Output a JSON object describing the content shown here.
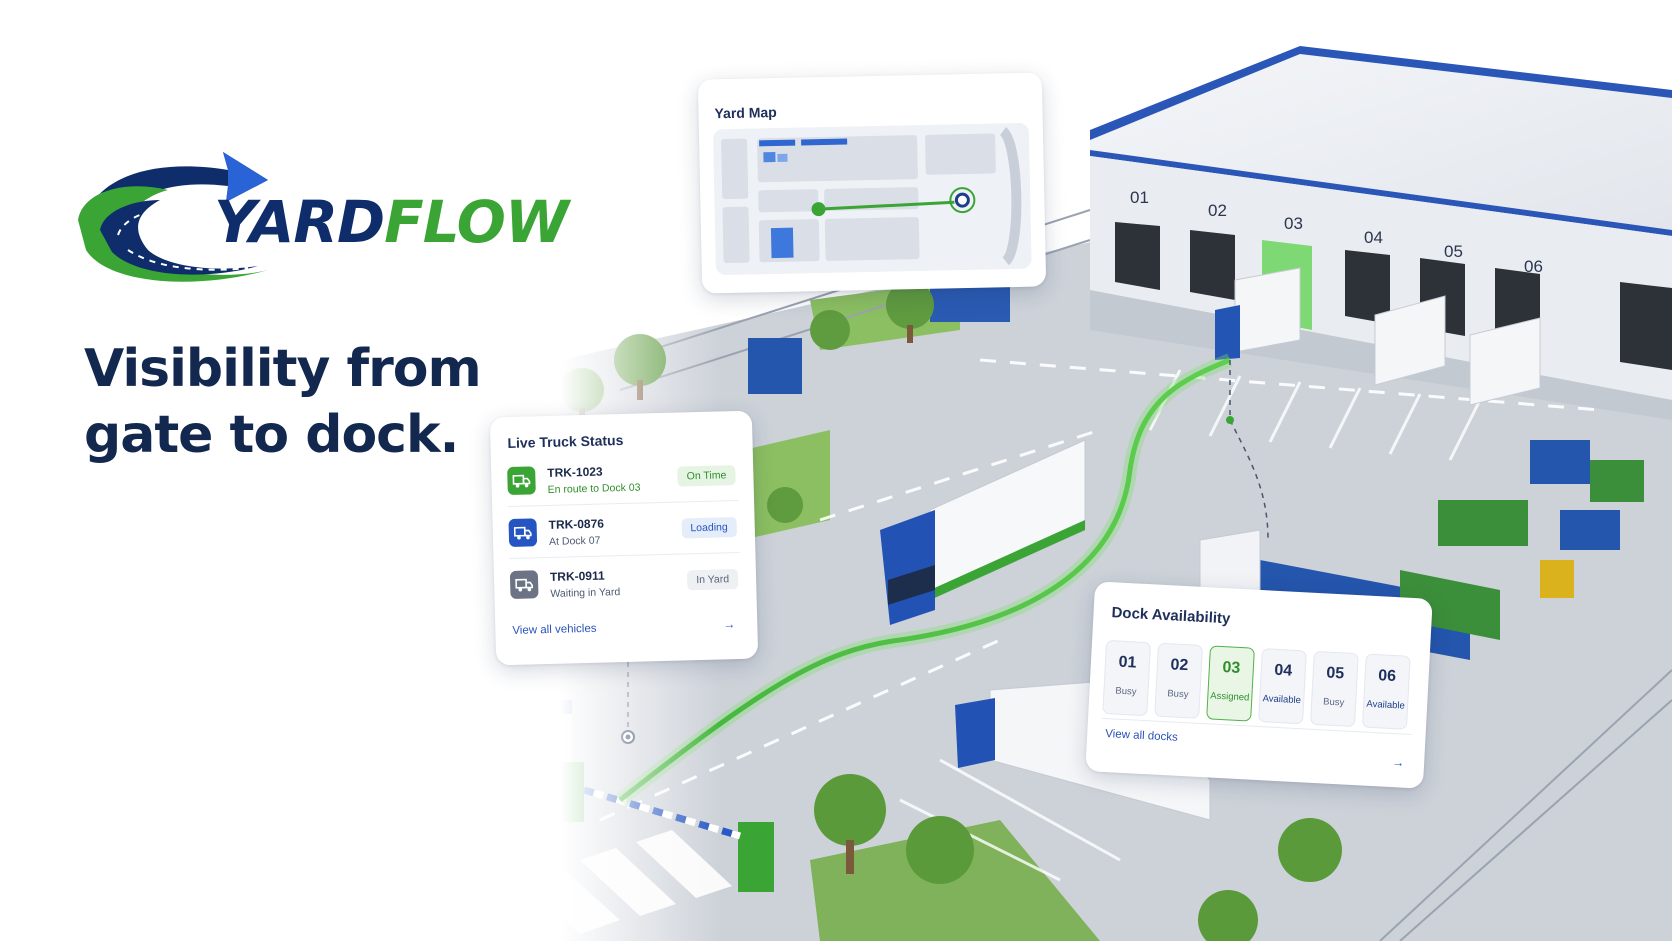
{
  "brand": {
    "name_part1": "YARD",
    "name_part2": "FLOW",
    "colors": {
      "navy": "#0f2d6b",
      "green": "#3aa535",
      "blue": "#2a58c4"
    }
  },
  "headline": {
    "line1": "Visibility from",
    "line2": "gate to dock."
  },
  "yard_map": {
    "title": "Yard Map"
  },
  "live_truck_status": {
    "title": "Live Truck Status",
    "trucks": [
      {
        "id": "TRK-1023",
        "location": "En route to Dock 03",
        "status": "On Time",
        "icon": "truck-icon",
        "color": "#3aa535"
      },
      {
        "id": "TRK-0876",
        "location": "At Dock 07",
        "status": "Loading",
        "icon": "truck-icon",
        "color": "#2455c3"
      },
      {
        "id": "TRK-0911",
        "location": "Waiting in Yard",
        "status": "In Yard",
        "icon": "truck-icon",
        "color": "#6b7385"
      }
    ],
    "view_all": "View all vehicles"
  },
  "dock_availability": {
    "title": "Dock Availability",
    "docks": [
      {
        "number": "01",
        "status": "Busy"
      },
      {
        "number": "02",
        "status": "Busy"
      },
      {
        "number": "03",
        "status": "Assigned"
      },
      {
        "number": "04",
        "status": "Available"
      },
      {
        "number": "05",
        "status": "Busy"
      },
      {
        "number": "06",
        "status": "Available"
      }
    ],
    "view_all": "View all docks"
  },
  "warehouse_doors": [
    "01",
    "02",
    "03",
    "04",
    "05",
    "06"
  ]
}
